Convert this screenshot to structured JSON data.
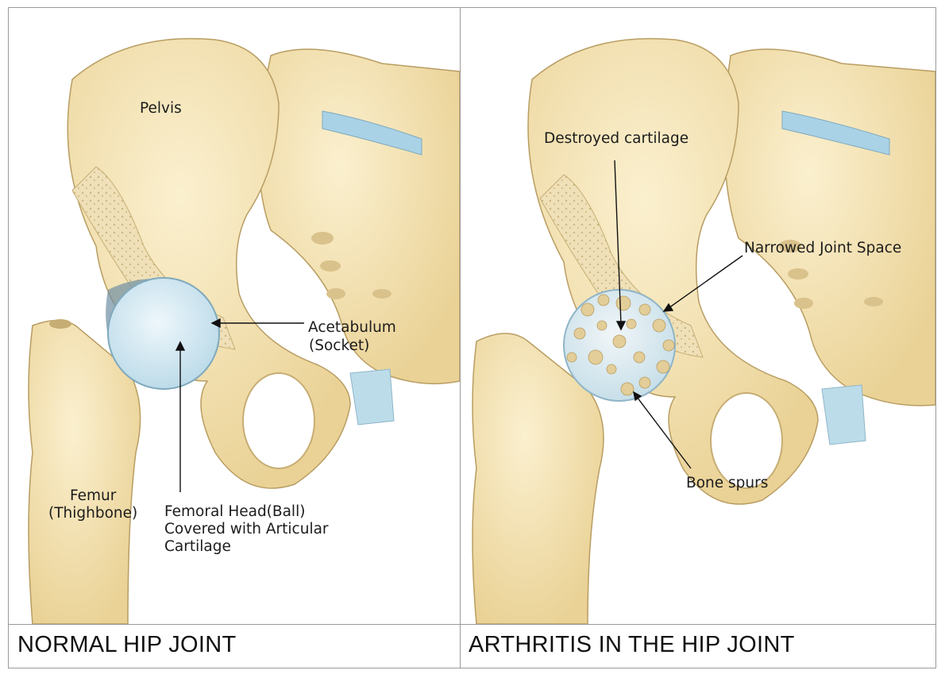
{
  "normal": {
    "caption": "NORMAL HIP JOINT",
    "labels": {
      "pelvis": "Pelvis",
      "acetabulum": "Acetabulum",
      "socket": "(Socket)",
      "femur": "Femur",
      "thighbone": "(Thighbone)",
      "femoral_head_1": "Femoral Head(Ball)",
      "femoral_head_2": "Covered with Articular",
      "femoral_head_3": "Cartilage"
    }
  },
  "arthritis": {
    "caption": "ARTHRITIS IN THE HIP JOINT",
    "labels": {
      "destroyed_cartilage": "Destroyed cartilage",
      "narrowed_joint_space": "Narrowed Joint Space",
      "bone_spurs": "Bone spurs"
    }
  },
  "colors": {
    "bone": "#f3e3b5",
    "bone_shadow": "#d9c28b",
    "cartilage": "#c9e3ef",
    "outline": "#8a7446",
    "border": "#9a9a9a"
  }
}
